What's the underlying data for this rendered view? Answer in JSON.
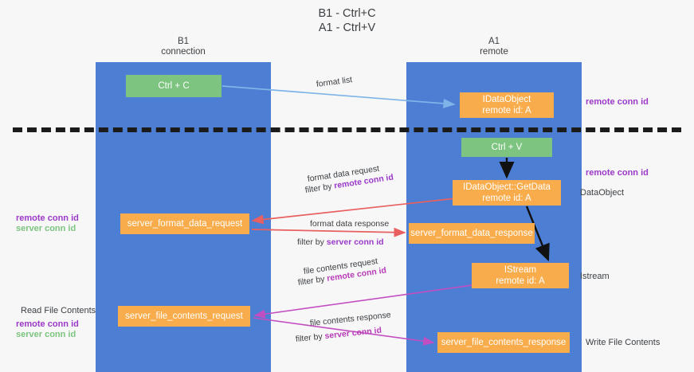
{
  "title": "B1 - Ctrl+C\nA1 - Ctrl+V",
  "lanes": [
    {
      "name": "b1",
      "label": "B1\nconnection"
    },
    {
      "name": "a1",
      "label": "A1\nremote"
    }
  ],
  "nodes": {
    "ctrl_c": "Ctrl + C",
    "idataobject_top": "IDataObject\nremote id: A",
    "ctrl_v": "Ctrl + V",
    "getdata": "IDataObject::GetData\nremote id: A",
    "server_format_data_request": "server_format_data_request",
    "server_format_data_response": "server_format_data_response",
    "istream": "IStream\nremote id: A",
    "server_file_contents_request": "server_file_contents_request",
    "server_file_contents_response": "server_file_contents_response"
  },
  "annotations": {
    "remote_conn_id_top": "remote conn id",
    "remote_conn_id_mid": "remote conn id",
    "dataobject": "DataObject",
    "istream": "Istream",
    "write_file_contents": "Write File Contents",
    "read_file_contents": "Read File Contents",
    "left_mid_remote": "remote conn id",
    "left_mid_server": "server conn id",
    "left_bot_remote": "remote conn id",
    "left_bot_server": "server conn id"
  },
  "edge_labels": {
    "format_list": "format list",
    "format_data_request": "format data request",
    "format_data_request_filter_prefix": "filter by ",
    "format_data_request_filter_key": "remote conn id",
    "format_data_response": "format data response",
    "format_data_response_filter_prefix": "filter by ",
    "format_data_response_filter_key": "server conn id",
    "file_contents_request": "file contents request",
    "file_contents_request_filter_prefix": "filter by ",
    "file_contents_request_filter_key": "remote conn id",
    "file_contents_response": "file contents response",
    "file_contents_response_filter_prefix": "filter by ",
    "file_contents_response_filter_key": "server conn id"
  },
  "colors": {
    "lane": "#4c7fd4",
    "green_node": "#7cc47f",
    "orange_node": "#f9ac4b",
    "purple_text": "#9b39c9",
    "green_text": "#7cc47f",
    "magenta_text": "#b83bb8",
    "arrow_blue": "#7fb4e8",
    "arrow_red": "#e8605f",
    "arrow_magenta": "#c24fc2",
    "arrow_black": "#111111",
    "divider": "#1b1b1b",
    "background": "#f7f7f8"
  }
}
